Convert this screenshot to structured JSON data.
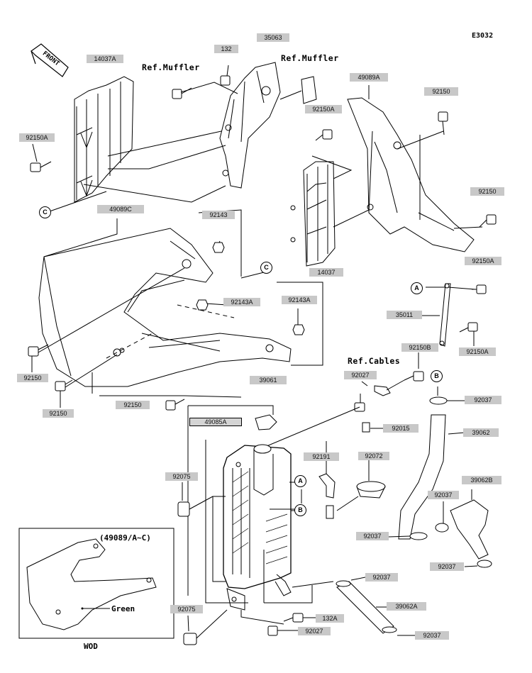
{
  "diagram_code": "E3032",
  "front_label": "FRONT",
  "refs": {
    "muffler_left": "Ref.Muffler",
    "muffler_right": "Ref.Muffler",
    "cables": "Ref.Cables"
  },
  "callouts": {
    "a": "A",
    "b": "B",
    "c": "C"
  },
  "parts": {
    "p14037A": "14037A",
    "p35063": "35063",
    "p132": "132",
    "p49089A": "49089A",
    "p92150_tr": "92150",
    "p92150A_top": "92150A",
    "p92150A_left": "92150A",
    "p92150_right": "92150",
    "p49089C": "49089C",
    "p92143": "92143",
    "p14037": "14037",
    "p92150A_r": "92150A",
    "p92143A_mid": "92143A",
    "p92143A_r": "92143A",
    "p35011": "35011",
    "p92150_l1": "92150",
    "p92150B": "92150B",
    "p92150A_r2": "92150A",
    "p92150_l2": "92150",
    "p92027_a": "92027",
    "p92150_c": "92150",
    "p39061": "39061",
    "p92037_a": "92037",
    "p49085A": "49085A",
    "p92015": "92015",
    "p39062": "39062",
    "p92191": "92191",
    "p92072": "92072",
    "p92075_a": "92075",
    "p39062B": "39062B",
    "p92037_b": "92037",
    "p92037_c": "92037",
    "p92037_d": "92037",
    "p92037_e": "92037",
    "p39062A": "39062A",
    "p92075_b": "92075",
    "p132A": "132A",
    "p92027_b": "92027",
    "p92037_f": "92037"
  },
  "inset": {
    "applies_to": "(49089/A~C)",
    "color_note": "Green",
    "model": "WOD"
  }
}
